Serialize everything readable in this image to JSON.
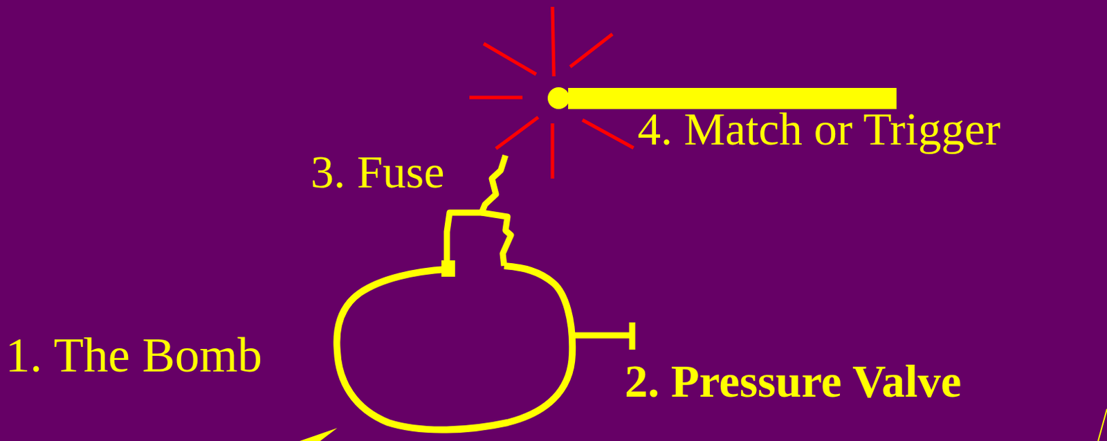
{
  "diagram": {
    "labels": [
      "4. Match or Trigger",
      "3. Fuse",
      "1. The Bomb",
      "2. Pressure Valve"
    ]
  }
}
